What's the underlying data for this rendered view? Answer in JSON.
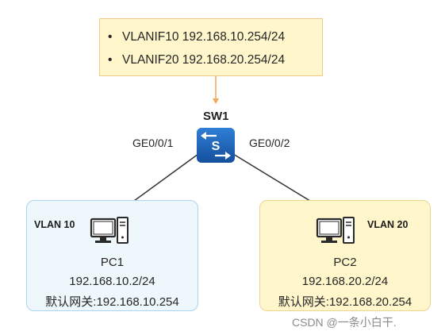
{
  "info_box": {
    "bullet": "•",
    "lines": [
      "VLANIF10 192.168.10.254/24",
      "VLANIF20 192.168.20.254/24"
    ]
  },
  "switch": {
    "name": "SW1",
    "icon_letter": "S",
    "icon": "switch-icon",
    "color": "#1a5fb4"
  },
  "ports": {
    "left": "GE0/0/1",
    "right": "GE0/0/2"
  },
  "vlan10": {
    "tag": "VLAN 10",
    "pc_name": "PC1",
    "ip": "192.168.10.2/24",
    "gateway": "默认网关:192.168.10.254",
    "color": "#eef7fc"
  },
  "vlan20": {
    "tag": "VLAN 20",
    "pc_name": "PC2",
    "ip": "192.168.20.2/24",
    "gateway": "默认网关:192.168.20.254",
    "color": "#fff6cc"
  },
  "watermark": "CSDN @一条小白干."
}
